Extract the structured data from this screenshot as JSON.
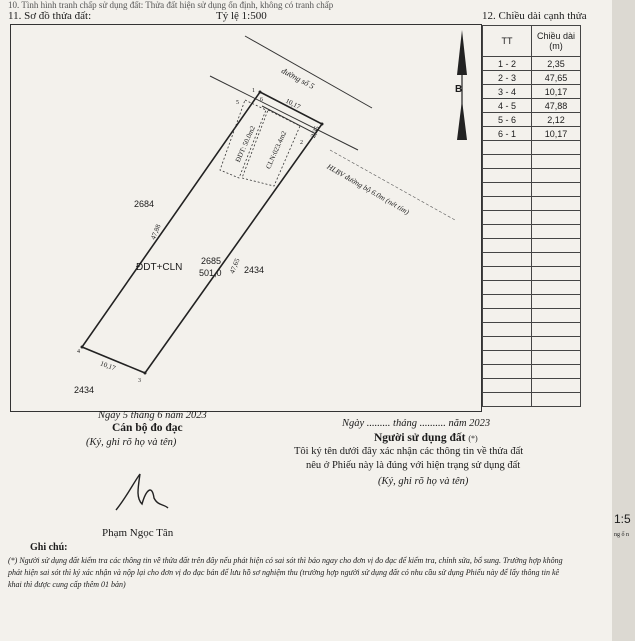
{
  "header": {
    "top_cut": "10. Tình hình tranh chấp sử dụng đất: Thửa đất hiện sử dụng ổn định, không có tranh chấp",
    "section11": "11. Sơ đồ thửa đất:",
    "scale": "Tỷ lệ 1:500",
    "section12": "12. Chiều dài cạnh thửa"
  },
  "map": {
    "north_label": "B",
    "road_label": "đường số 5",
    "hlbv_label": "HLBV đường bộ 6.0m (nét tím)",
    "parcel_main_id": "2685",
    "parcel_main_code": "ĐDT+CLN",
    "parcel_main_area": "501,0",
    "neighbors": [
      "2684",
      "2434",
      "2434"
    ],
    "strip1": "ĐDT: 50.0m2",
    "strip2": "CLN:023.4m2",
    "edge_top": "10,17",
    "edge_bottom": "10,17",
    "edge_left": "47,88",
    "edge_right": "47,65",
    "edge_small": "2,35",
    "corners": [
      "1",
      "2",
      "3",
      "4",
      "5",
      "6"
    ]
  },
  "lengths": {
    "col_tt": "TT",
    "col_len": "Chiều dài (m)",
    "rows": [
      {
        "tt": "1 - 2",
        "len": "2,35"
      },
      {
        "tt": "2 - 3",
        "len": "47,65"
      },
      {
        "tt": "3 - 4",
        "len": "10,17"
      },
      {
        "tt": "4 - 5",
        "len": "47,88"
      },
      {
        "tt": "5 - 6",
        "len": "2,12"
      },
      {
        "tt": "6 - 1",
        "len": "10,17"
      }
    ]
  },
  "sign": {
    "date_left": "Ngày 5 tháng 6 năm 2023",
    "role_left": "Cán bộ đo đạc",
    "hint_left": "(Ký, ghi rõ họ và tên)",
    "name_left": "Phạm Ngọc Tân",
    "date_right": "Ngày ......... tháng .......... năm 2023",
    "role_right": "Người sử dụng đất",
    "role_right_mark": "(*)",
    "confirm1": "Tôi ký tên dưới đây xác nhận các thông tin về thửa đất",
    "confirm2": "nêu ở Phiếu này là đúng với hiện trạng sử dụng đất",
    "hint_right": "(Ký, ghi rõ họ và tên)"
  },
  "note": {
    "title": "Ghi chú:",
    "text": "(*) Người sử dụng đất kiểm tra các thông tin về thửa đất trên đây nếu phát hiện có sai sót thì báo ngay cho đơn vị đo đạc để kiểm tra, chỉnh sửa, bổ sung. Trường hợp không phát hiện sai sót thì ký xác nhận và nộp lại cho đơn vị đo đạc bản để lưu hồ sơ nghiệm thu (trường hợp người sử dụng đất có nhu cầu sử dụng Phiếu này để lấy thông tin kê khai thì được cung cấp thêm 01 bản)"
  },
  "edge_page": {
    "text1": "1:5",
    "text2": "ng ố n"
  }
}
